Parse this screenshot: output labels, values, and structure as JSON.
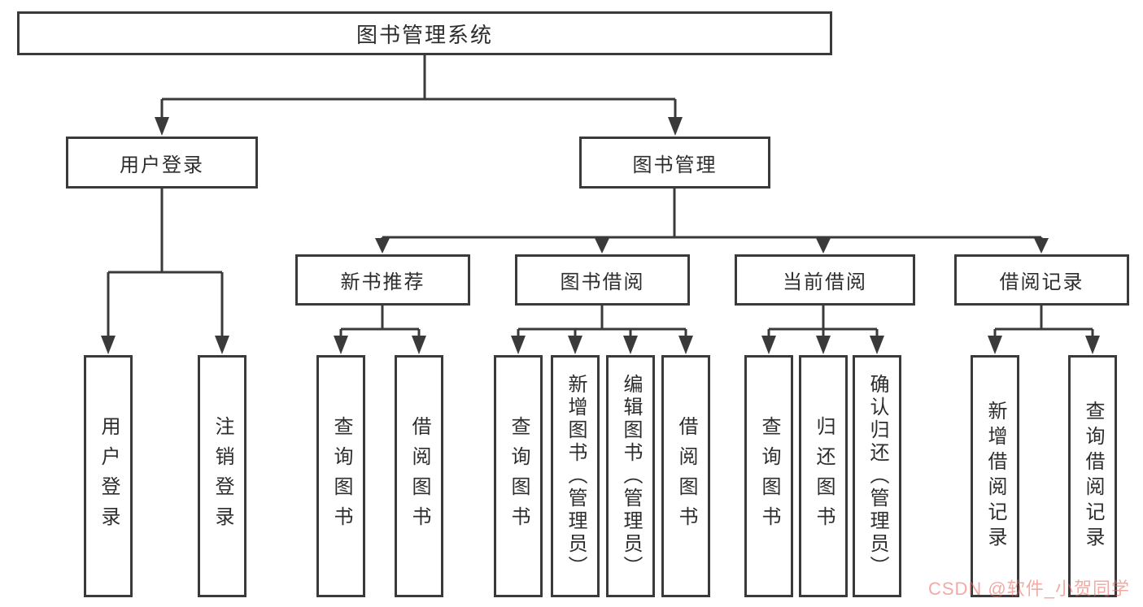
{
  "diagram": {
    "type": "hierarchy-chart",
    "colors": {
      "line": "#3a3a3a",
      "box_border": "#3a3a3a",
      "box_background": "#ffffff",
      "text": "#2d2d2d",
      "watermark": "#e8645a"
    },
    "tree": {
      "root": {
        "label": "图书管理系统",
        "children": [
          {
            "label": "用户登录",
            "children": [
              {
                "label": "用户登录"
              },
              {
                "label": "注销登录"
              }
            ]
          },
          {
            "label": "图书管理",
            "children": [
              {
                "label": "新书推荐",
                "children": [
                  {
                    "label": "查询图书"
                  },
                  {
                    "label": "借阅图书"
                  }
                ]
              },
              {
                "label": "图书借阅",
                "children": [
                  {
                    "label": "查询图书"
                  },
                  {
                    "label": "新增图书（管理员）"
                  },
                  {
                    "label": "编辑图书（管理员）"
                  },
                  {
                    "label": "借阅图书"
                  }
                ]
              },
              {
                "label": "当前借阅",
                "children": [
                  {
                    "label": "查询图书"
                  },
                  {
                    "label": "归还图书"
                  },
                  {
                    "label": "确认归还（管理员）"
                  }
                ]
              },
              {
                "label": "借阅记录",
                "children": [
                  {
                    "label": "新增借阅记录"
                  },
                  {
                    "label": "查询借阅记录"
                  }
                ]
              }
            ]
          }
        ]
      }
    }
  },
  "watermark": {
    "text": "CSDN @软件_小贺同学"
  }
}
